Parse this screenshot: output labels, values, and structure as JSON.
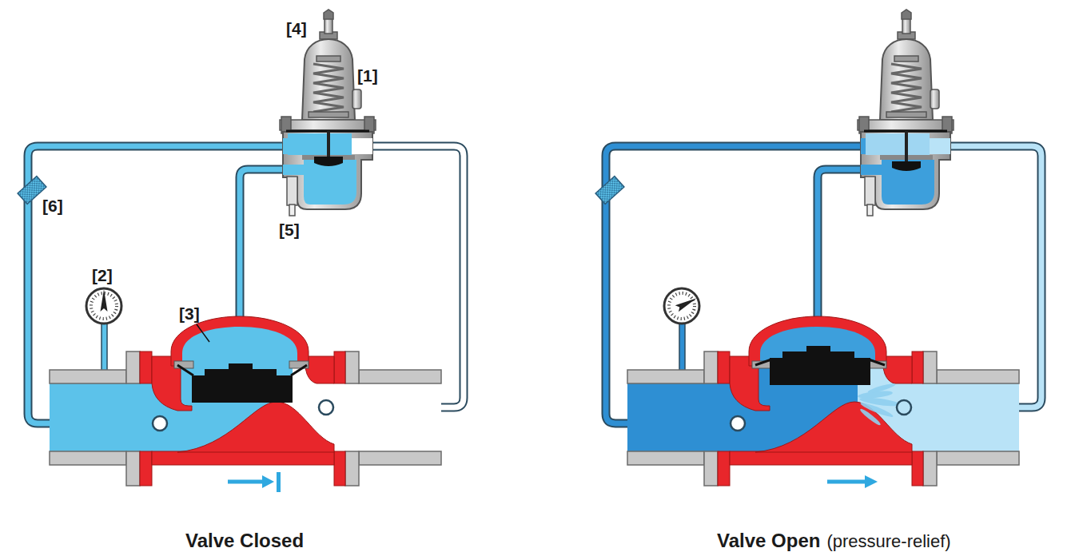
{
  "diagram": {
    "labels": [
      "[4]",
      "[1]",
      "[6]",
      "[2]",
      "[3]",
      "[5]",
      "Valve Closed",
      "Valve Open",
      "(pressure-relief)"
    ]
  }
}
